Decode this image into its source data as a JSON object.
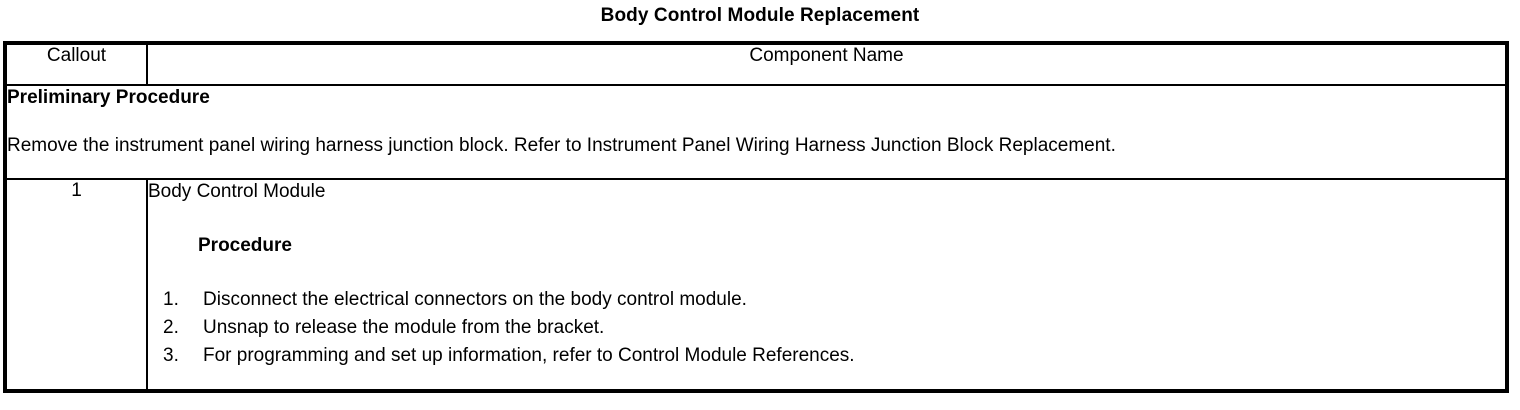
{
  "document": {
    "title": "Body Control Module Replacement"
  },
  "table": {
    "headers": {
      "callout": "Callout",
      "component_name": "Component Name"
    },
    "preliminary": {
      "heading": "Preliminary Procedure",
      "text": "Remove the instrument panel wiring harness junction block. Refer to Instrument Panel Wiring Harness Junction Block Replacement."
    },
    "rows": [
      {
        "callout": "1",
        "component_name": "Body Control Module",
        "sub_heading": "Procedure",
        "steps": [
          {
            "number": "1.",
            "text": "Disconnect the electrical connectors on the body control module."
          },
          {
            "number": "2.",
            "text": "Unsnap to release the module from the bracket."
          },
          {
            "number": "3.",
            "text": "For programming and set up information, refer to Control Module References."
          }
        ]
      }
    ]
  }
}
